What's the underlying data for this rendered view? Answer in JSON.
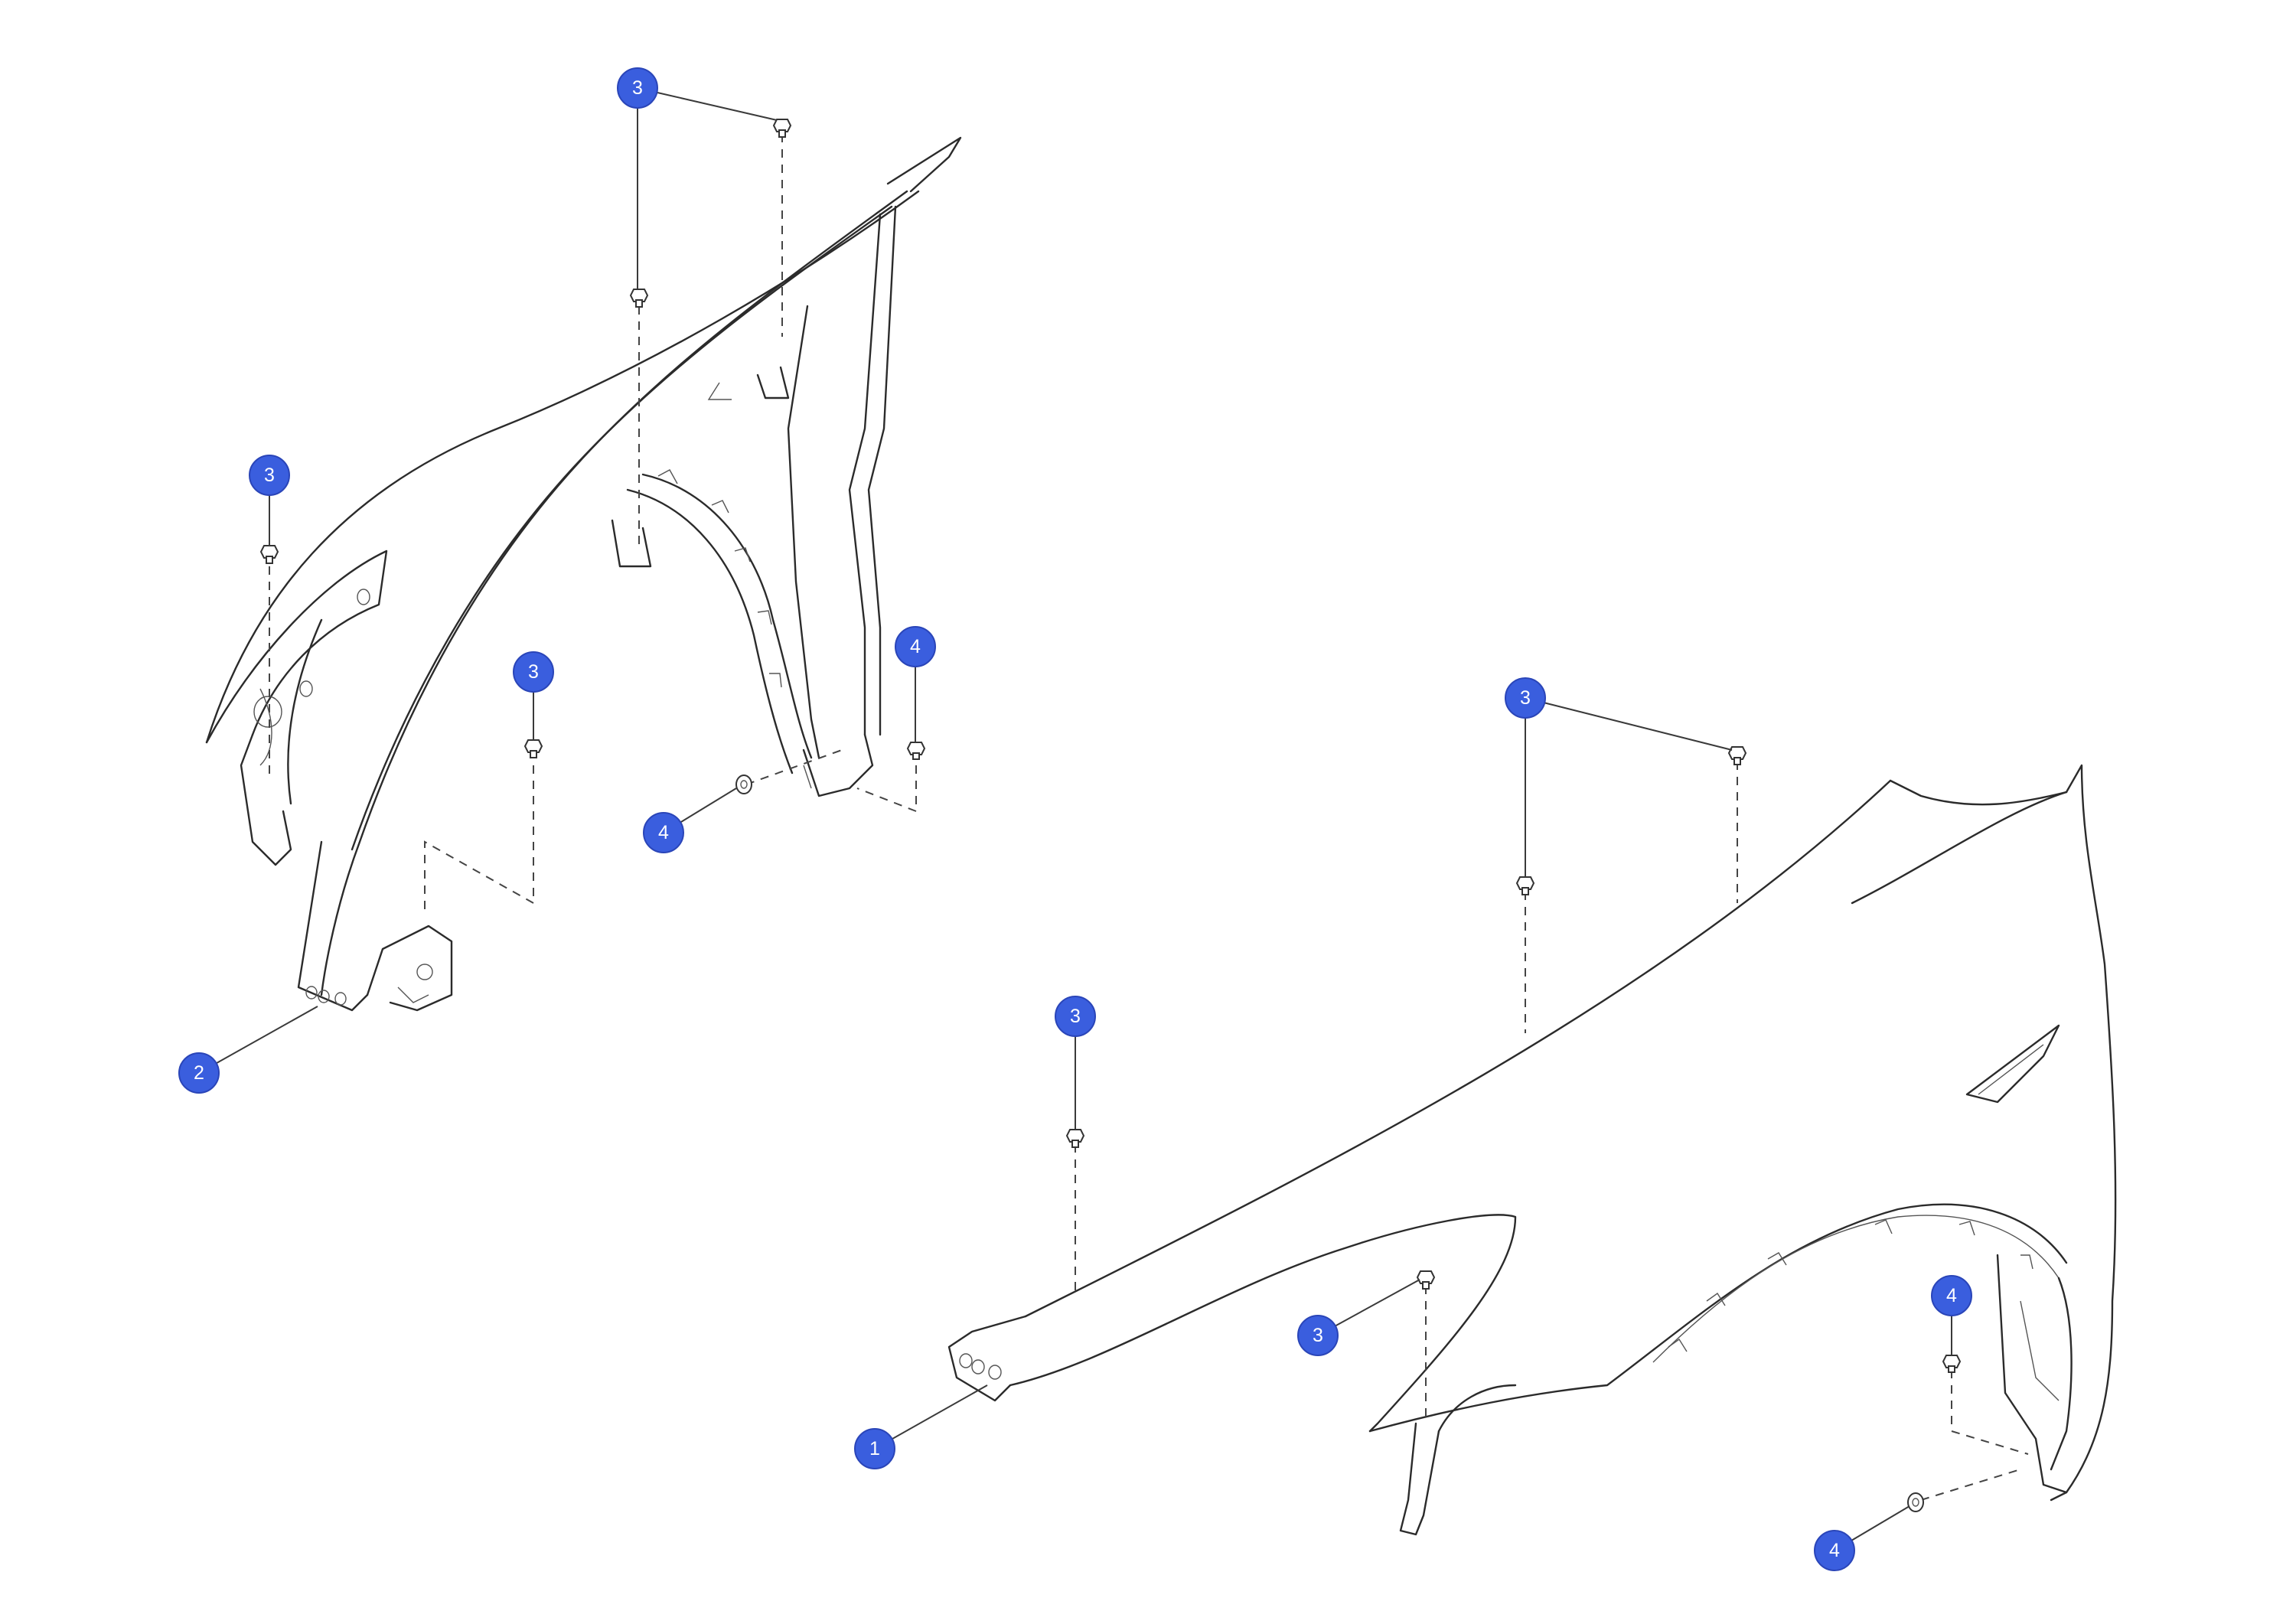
{
  "callouts": [
    {
      "id": "c1",
      "label": "1"
    },
    {
      "id": "c2",
      "label": "2"
    },
    {
      "id": "c3a",
      "label": "3"
    },
    {
      "id": "c3b",
      "label": "3"
    },
    {
      "id": "c3c",
      "label": "3"
    },
    {
      "id": "c4a",
      "label": "4"
    },
    {
      "id": "c4b",
      "label": "4"
    },
    {
      "id": "c3d",
      "label": "3"
    },
    {
      "id": "c3e",
      "label": "3"
    },
    {
      "id": "c3f",
      "label": "3"
    },
    {
      "id": "c4c",
      "label": "4"
    },
    {
      "id": "c4d",
      "label": "4"
    }
  ],
  "colors": {
    "badge": "#3a5ede",
    "line": "#2b2b2b",
    "background": "#ffffff"
  }
}
